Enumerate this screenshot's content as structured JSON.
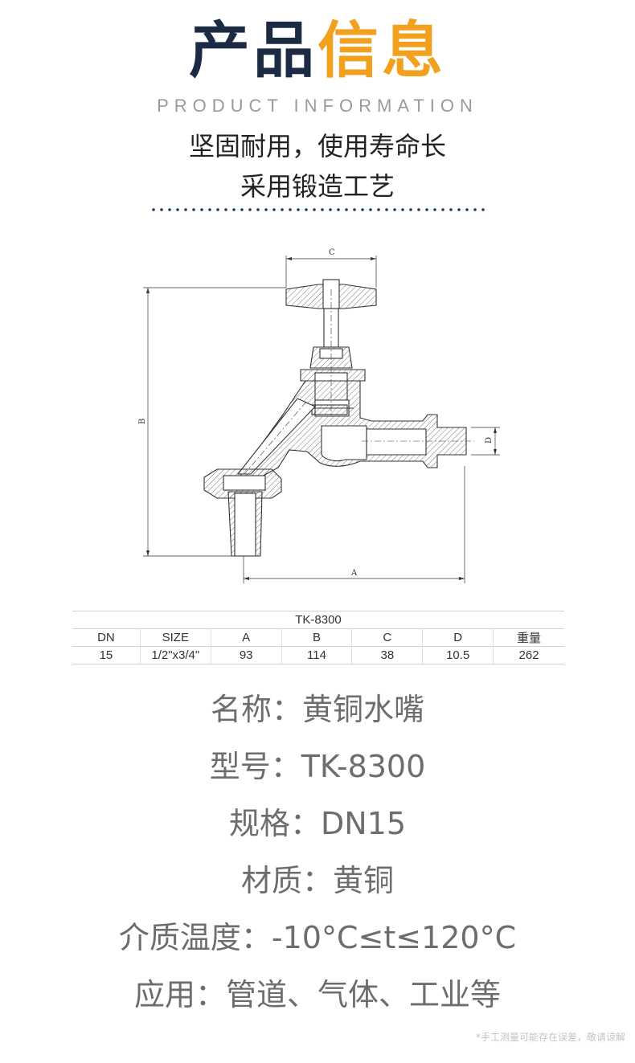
{
  "header": {
    "title_dark": "产品",
    "title_accent": "信息",
    "subtitle": "PRODUCT INFORMATION",
    "slogan_line1": "坚固耐用，使用寿命长",
    "slogan_line2": "采用锻造工艺",
    "colors": {
      "dark": "#1c2a44",
      "accent": "#f2a11e",
      "dots": "#1f3a70"
    }
  },
  "drawing": {
    "labels": {
      "a": "A",
      "b": "B",
      "c": "C",
      "d": "D"
    }
  },
  "spec_table": {
    "model": "TK-8300",
    "headers": [
      "DN",
      "SIZE",
      "A",
      "B",
      "C",
      "D",
      "重量"
    ],
    "row": [
      "15",
      "1/2\"x3/4\"",
      "93",
      "114",
      "38",
      "10.5",
      "262"
    ]
  },
  "info": [
    {
      "label": "名称：",
      "value": "黄铜水嘴"
    },
    {
      "label": "型号：",
      "value": "TK-8300"
    },
    {
      "label": "规格：",
      "value": "DN15"
    },
    {
      "label": "材质：",
      "value": "黄铜"
    },
    {
      "label": "介质温度：",
      "value": "-10°C≤t≤120°C"
    },
    {
      "label": "应用：",
      "value": "管道、气体、工业等"
    }
  ],
  "footnote": "*手工测量可能存在误差，敬请谅解"
}
